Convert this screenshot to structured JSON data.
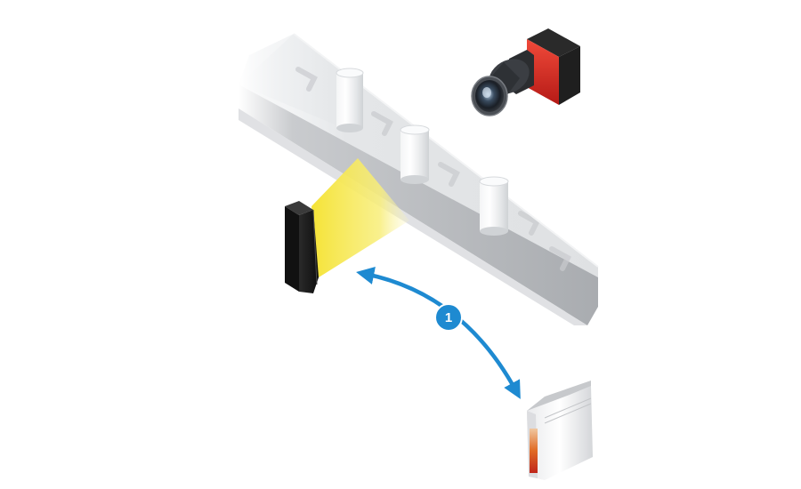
{
  "step_badge": {
    "label": "1",
    "color": "#1e8ad1"
  },
  "colors": {
    "belt_top": "#e6e7e9",
    "belt_side": "#b4b7bb",
    "light_beam": "#f7e84a",
    "sensor_body": "#1b1b1b",
    "camera_body": "#d6231f",
    "arrow": "#1e8ad1",
    "controller_display": "#d9561f"
  },
  "icons": [
    "conveyor-belt",
    "bottle-icon",
    "photoelectric-sensor-icon",
    "light-beam",
    "camera-icon",
    "controller-icon",
    "double-arrow-icon"
  ]
}
